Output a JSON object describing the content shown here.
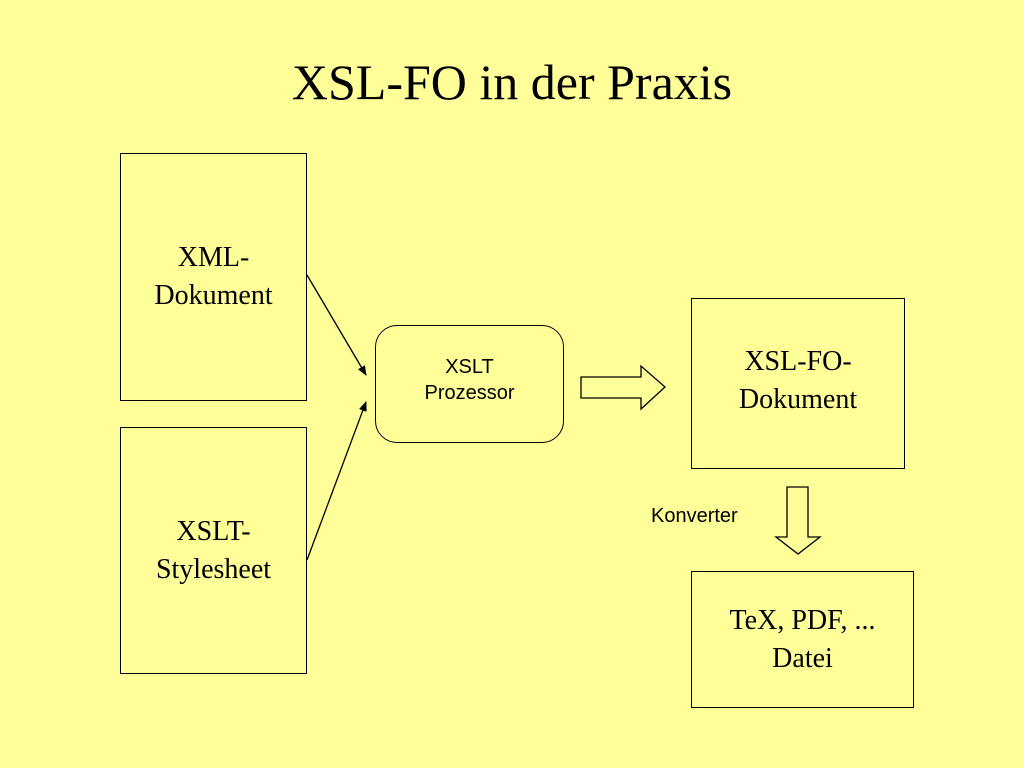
{
  "title": "XSL-FO in der Praxis",
  "nodes": {
    "xml_document": {
      "line1": "XML-",
      "line2": "Dokument"
    },
    "xslt_stylesheet": {
      "line1": "XSLT-",
      "line2": "Stylesheet"
    },
    "xslt_processor": {
      "line1": "XSLT",
      "line2": "Prozessor"
    },
    "xslfo_document": {
      "line1": "XSL-FO-",
      "line2": "Dokument"
    },
    "output_file": {
      "line1": "TeX, PDF, ...",
      "line2": "Datei"
    }
  },
  "edge_labels": {
    "converter": "Konverter"
  },
  "colors": {
    "background": "#ffff99",
    "stroke": "#000000",
    "box_fill": "#ffff99"
  }
}
